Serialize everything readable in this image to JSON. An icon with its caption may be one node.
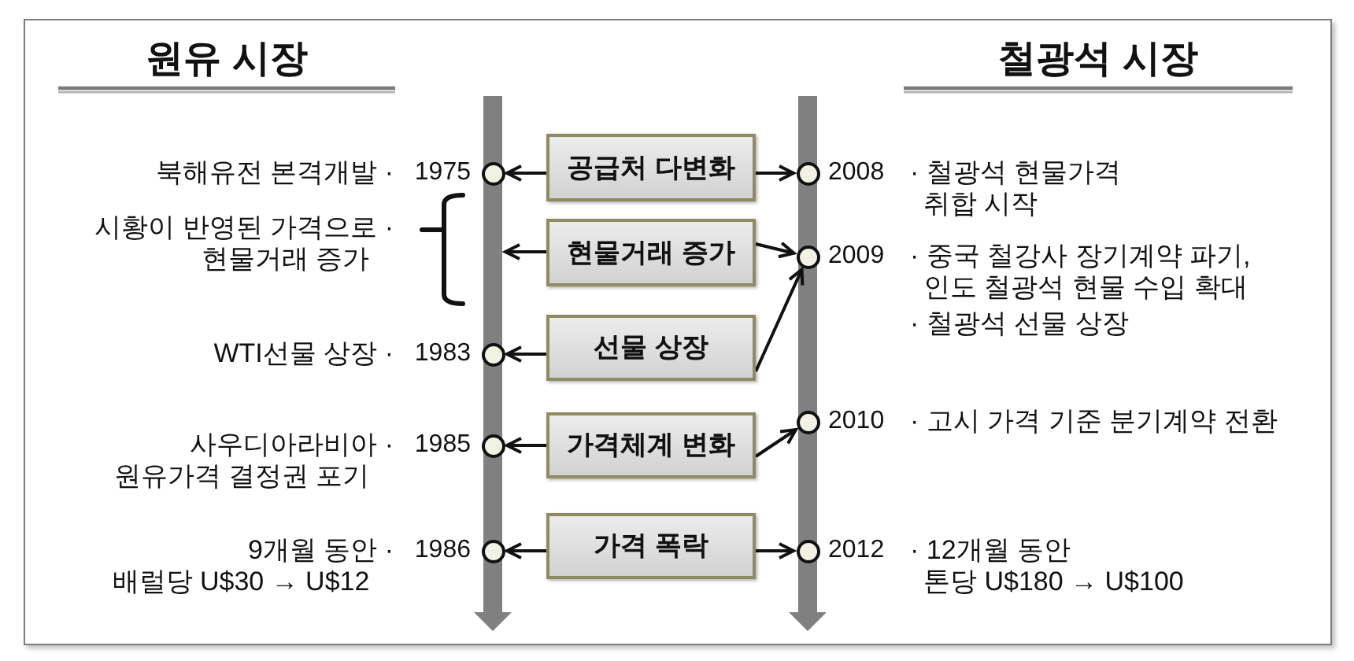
{
  "diagram": {
    "nodes": [
      {
        "text": [],
        "shape": "arrow"
      },
      {
        "text": [],
        "shape": "arrow"
      },
      {
        "text": [],
        "shape": "circle",
        "in": 0,
        "beside": [
          "1975",
          "북해유전 본격개발 ·"
        ]
      },
      {
        "text": [
          "공급처 다변화"
        ]
      },
      {
        "text": [],
        "shape": "circle",
        "in": 1,
        "beside": [
          "2008",
          "· 철광석 현물가격 취합 시작"
        ]
      },
      {
        "text": [
          "현물거래 증가"
        ]
      },
      {
        "text": [],
        "shape": "circle",
        "in": 1,
        "beside": [
          "2009",
          "· 중국 철강사 장기계약 파기, 인도 철광석 현물 수입 확대",
          "· 철광석 선물 상장"
        ]
      },
      {
        "text": [],
        "shape": "circle",
        "in": 0,
        "beside": [
          "1983",
          "WTI선물 상장 ·"
        ]
      },
      {
        "text": [
          "선물 상장"
        ]
      },
      {
        "text": [
          "가격체계 변화"
        ]
      },
      {
        "text": [],
        "shape": "circle",
        "in": 1,
        "beside": [
          "2010",
          "· 고시 가격 기준 분기계약 전환"
        ]
      },
      {
        "text": [],
        "shape": "circle",
        "in": 0,
        "beside": [
          "1985",
          "사우디아라비아 · 원유가격 결정권 포기"
        ]
      },
      {
        "text": [],
        "shape": "circle",
        "in": 0,
        "beside": [
          "1986",
          "9개월 동안 · 배럴당 U$30 → U$12"
        ]
      },
      {
        "text": [
          "가격 폭락"
        ]
      },
      {
        "text": [],
        "shape": "circle",
        "in": 1,
        "beside": [
          "2012",
          "· 12개월 동안 톤당 U$180 → U$100"
        ]
      }
    ],
    "edges": [
      {
        "from": 3,
        "to": 2,
        "arrow": "to"
      },
      {
        "from": 3,
        "to": 4,
        "arrow": "to"
      },
      {
        "from": 5,
        "to": 0,
        "arrow": "to"
      },
      {
        "from": 5,
        "to": 6,
        "arrow": "to"
      },
      {
        "from": 8,
        "to": 7,
        "arrow": "to"
      },
      {
        "from": 8,
        "to": 6,
        "arrow": "to"
      },
      {
        "from": 9,
        "to": 11,
        "arrow": "to"
      },
      {
        "from": 9,
        "to": 10,
        "arrow": "to"
      },
      {
        "from": 13,
        "to": 12,
        "arrow": "to"
      },
      {
        "from": 13,
        "to": 14,
        "arrow": "to"
      }
    ],
    "labels": [
      "원유 시장",
      "철광석 시장",
      "시황이 반영된 가격으로 · 현물거래 증가"
    ]
  }
}
